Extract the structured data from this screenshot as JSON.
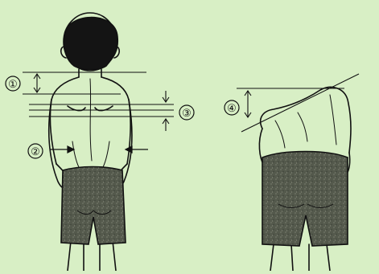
{
  "colors": {
    "background": "#d8efc5",
    "ink": "#111111",
    "hair": "#141414",
    "shorts": "#54594c",
    "shorts_speckle": "#7a7f70"
  },
  "markers": [
    {
      "id": "1",
      "label": "①"
    },
    {
      "id": "2",
      "label": "②"
    },
    {
      "id": "3",
      "label": "③"
    },
    {
      "id": "4",
      "label": "④"
    }
  ]
}
